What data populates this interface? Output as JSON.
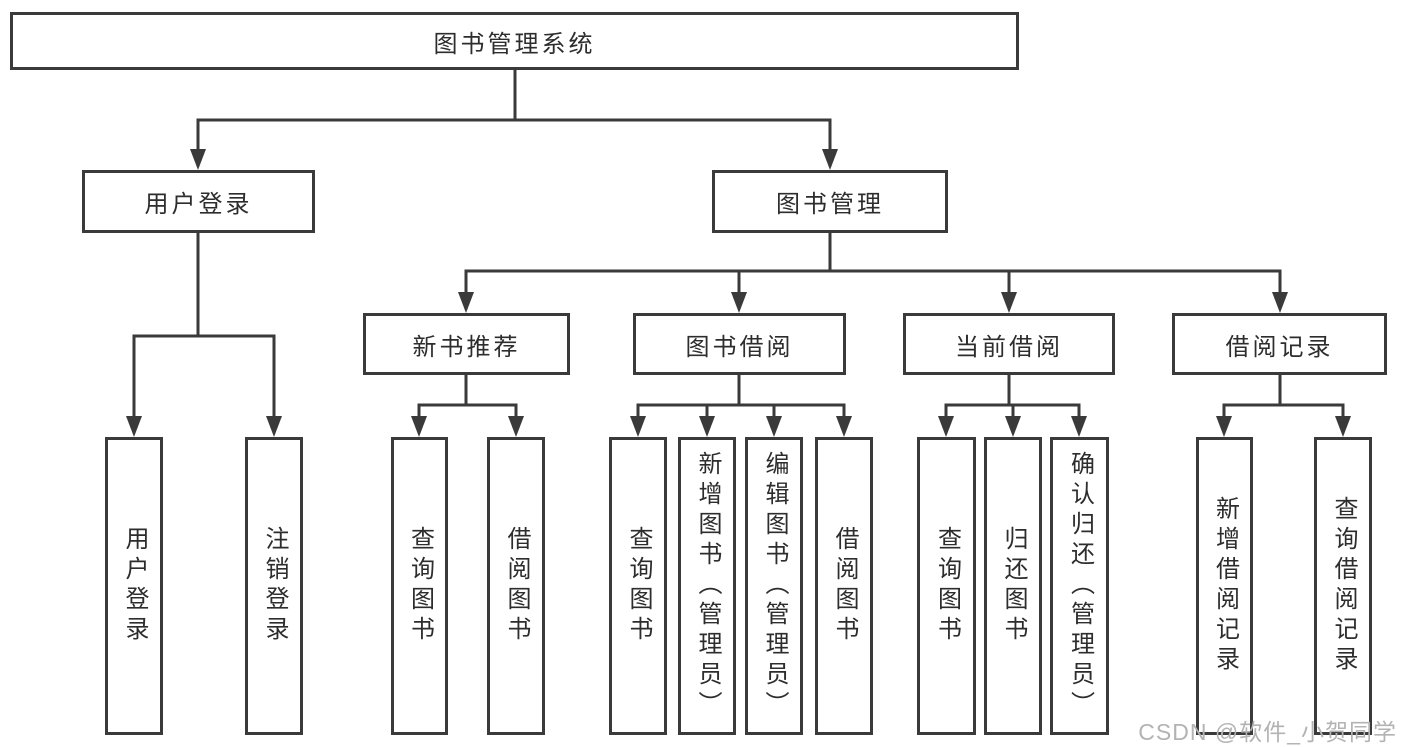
{
  "diagram_title": "图书管理系统",
  "watermark": "CSDN @软件_小贺同学",
  "colors": {
    "line": "#3a3a3a",
    "text": "#2d2d2d",
    "background": "#ffffff",
    "watermark": "#b3b3b3"
  },
  "nodes": [
    {
      "id": "library-management-system",
      "level": 1,
      "parent": null,
      "label": "图书管理系统"
    },
    {
      "id": "user-login",
      "level": 2,
      "parent": "library-management-system",
      "label": "用户登录"
    },
    {
      "id": "book-management",
      "level": 2,
      "parent": "library-management-system",
      "label": "图书管理"
    },
    {
      "id": "new-book-recommendation",
      "level": 3,
      "parent": "book-management",
      "label": "新书推荐"
    },
    {
      "id": "book-borrowing",
      "level": 3,
      "parent": "book-management",
      "label": "图书借阅"
    },
    {
      "id": "current-borrowing",
      "level": 3,
      "parent": "book-management",
      "label": "当前借阅"
    },
    {
      "id": "borrowing-records",
      "level": 3,
      "parent": "book-management",
      "label": "借阅记录"
    },
    {
      "id": "leaf-user-login",
      "level": 4,
      "parent": "user-login",
      "label": "用户登录"
    },
    {
      "id": "leaf-logout",
      "level": 4,
      "parent": "user-login",
      "label": "注销登录"
    },
    {
      "id": "leaf-search-books-1",
      "level": 4,
      "parent": "new-book-recommendation",
      "label": "查询图书"
    },
    {
      "id": "leaf-borrow-books-1",
      "level": 4,
      "parent": "new-book-recommendation",
      "label": "借阅图书"
    },
    {
      "id": "leaf-search-books-2",
      "level": 4,
      "parent": "book-borrowing",
      "label": "查询图书"
    },
    {
      "id": "leaf-add-books-admin",
      "level": 4,
      "parent": "book-borrowing",
      "label": "新增图书（管理员）"
    },
    {
      "id": "leaf-edit-books-admin",
      "level": 4,
      "parent": "book-borrowing",
      "label": "编辑图书（管理员）"
    },
    {
      "id": "leaf-borrow-books-2",
      "level": 4,
      "parent": "book-borrowing",
      "label": "借阅图书"
    },
    {
      "id": "leaf-search-books-3",
      "level": 4,
      "parent": "current-borrowing",
      "label": "查询图书"
    },
    {
      "id": "leaf-return-books",
      "level": 4,
      "parent": "current-borrowing",
      "label": "归还图书"
    },
    {
      "id": "leaf-confirm-return-admin",
      "level": 4,
      "parent": "current-borrowing",
      "label": "确认归还（管理员）"
    },
    {
      "id": "leaf-add-borrowing-record",
      "level": 4,
      "parent": "borrowing-records",
      "label": "新增借阅记录"
    },
    {
      "id": "leaf-search-borrowing-record",
      "level": 4,
      "parent": "borrowing-records",
      "label": "查询借阅记录"
    }
  ]
}
